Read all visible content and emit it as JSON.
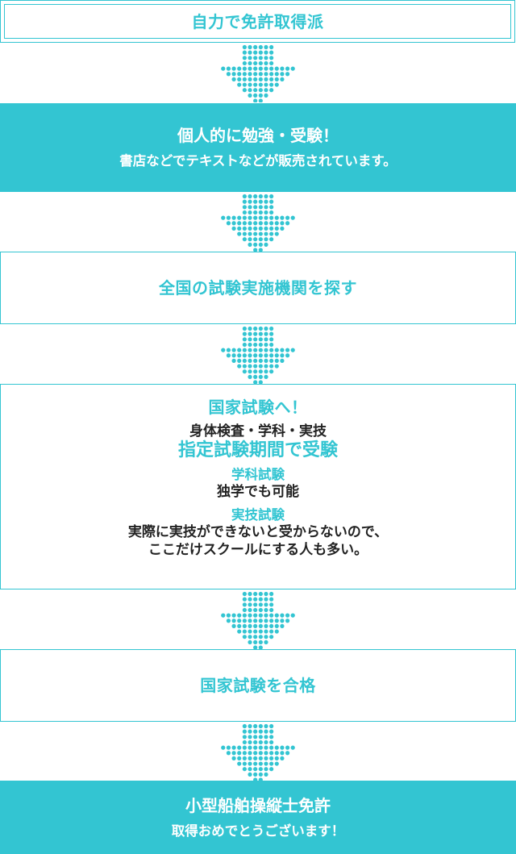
{
  "colors": {
    "accent": "#33c5d2",
    "text_dark": "#222222",
    "background": "#ffffff",
    "on_accent": "#ffffff"
  },
  "flow": {
    "step1": {
      "title": "自力で免許取得派"
    },
    "step2": {
      "title": "個人的に勉強・受験！",
      "subtitle": "書店などでテキストなどが販売されています。"
    },
    "step3": {
      "title": "全国の試験実施機関を探す"
    },
    "step4": {
      "title": "国家試験へ！",
      "subjects": "身体検査・学科・実技",
      "highlight": "指定試験期間で受験",
      "written_label": "学科試験",
      "written_note": "独学でも可能",
      "practical_label": "実技試験",
      "practical_note_line1": "実際に実技ができないと受からないので、",
      "practical_note_line2": "ここだけスクールにする人も多い。"
    },
    "step5": {
      "title": "国家試験を合格"
    },
    "step6": {
      "title": "小型船舶操縦士免許",
      "subtitle": "取得おめでとうございます！"
    }
  },
  "arrow": {
    "icon": "dotted-down-arrow-icon",
    "rows": [
      6,
      6,
      6,
      6,
      14,
      12,
      10,
      8,
      6,
      4,
      2
    ]
  }
}
